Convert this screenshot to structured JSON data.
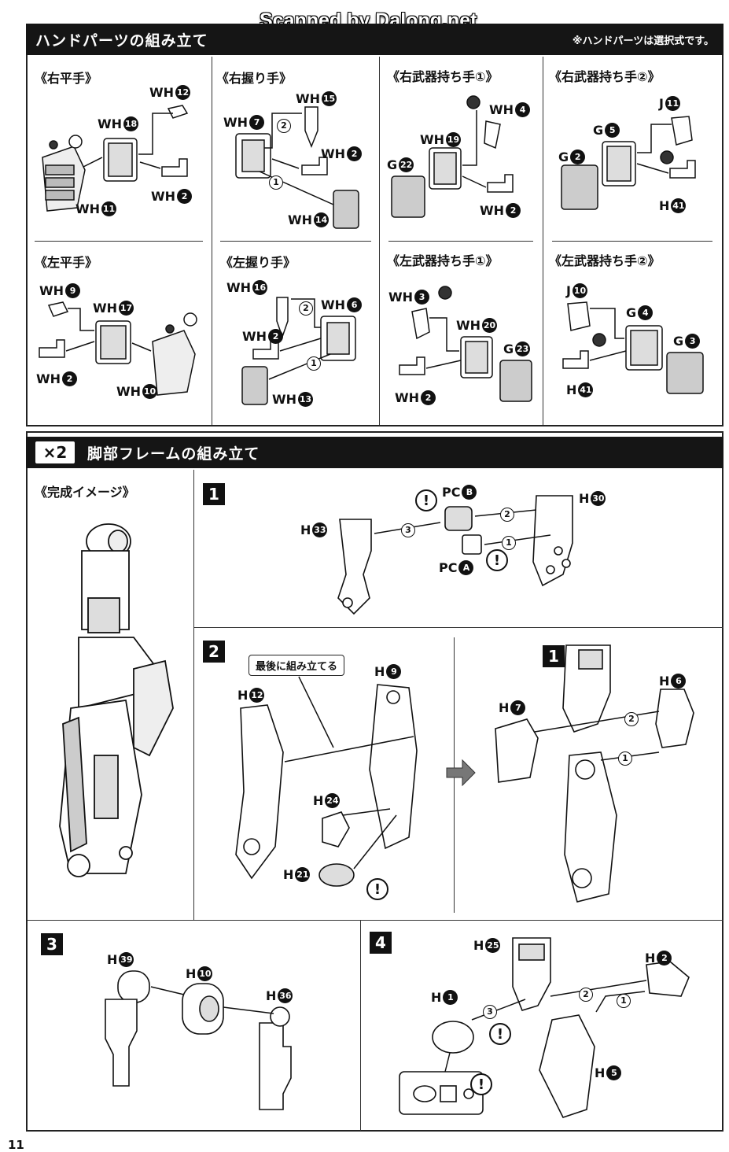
{
  "watermark": "Scanned by Dalong.net",
  "hand_section": {
    "title": "ハンドパーツの組み立て",
    "note": "※ハンドパーツは選択式です。",
    "cells": [
      {
        "title": "《右平手》",
        "labels": [
          {
            "p": "WH",
            "n": "12"
          },
          {
            "p": "WH",
            "n": "18"
          },
          {
            "p": "WH",
            "n": "2"
          },
          {
            "p": "WH",
            "n": "11"
          }
        ]
      },
      {
        "title": "《右握り手》",
        "labels": [
          {
            "p": "WH",
            "n": "15"
          },
          {
            "p": "WH",
            "n": "7"
          },
          {
            "p": "WH",
            "n": "2"
          },
          {
            "p": "WH",
            "n": "14"
          }
        ],
        "steps": [
          "2",
          "1"
        ]
      },
      {
        "title": "《右武器持ち手①》",
        "labels": [
          {
            "p": "WH",
            "n": "4"
          },
          {
            "p": "WH",
            "n": "19"
          },
          {
            "p": "G",
            "n": "22"
          },
          {
            "p": "WH",
            "n": "2"
          }
        ]
      },
      {
        "title": "《右武器持ち手②》",
        "labels": [
          {
            "p": "J",
            "n": "11"
          },
          {
            "p": "G",
            "n": "5"
          },
          {
            "p": "G",
            "n": "2"
          },
          {
            "p": "H",
            "n": "41"
          }
        ]
      },
      {
        "title": "《左平手》",
        "labels": [
          {
            "p": "WH",
            "n": "9"
          },
          {
            "p": "WH",
            "n": "17"
          },
          {
            "p": "WH",
            "n": "2"
          },
          {
            "p": "WH",
            "n": "10"
          }
        ]
      },
      {
        "title": "《左握り手》",
        "labels": [
          {
            "p": "WH",
            "n": "16"
          },
          {
            "p": "WH",
            "n": "6"
          },
          {
            "p": "WH",
            "n": "2"
          },
          {
            "p": "WH",
            "n": "13"
          }
        ],
        "steps": [
          "2",
          "1"
        ]
      },
      {
        "title": "《左武器持ち手①》",
        "labels": [
          {
            "p": "WH",
            "n": "3"
          },
          {
            "p": "WH",
            "n": "20"
          },
          {
            "p": "G",
            "n": "23"
          },
          {
            "p": "WH",
            "n": "2"
          }
        ]
      },
      {
        "title": "《左武器持ち手②》",
        "labels": [
          {
            "p": "J",
            "n": "10"
          },
          {
            "p": "G",
            "n": "4"
          },
          {
            "p": "G",
            "n": "3"
          },
          {
            "p": "H",
            "n": "41"
          }
        ]
      }
    ]
  },
  "leg_section": {
    "multiplier": "×2",
    "title": "脚部フレームの組み立て",
    "completed_title": "《完成イメージ》",
    "step1": {
      "num": "1",
      "labels": [
        {
          "p": "PC",
          "n": "B"
        },
        {
          "p": "H",
          "n": "30"
        },
        {
          "p": "H",
          "n": "33"
        },
        {
          "p": "PC",
          "n": "A"
        }
      ],
      "steps": [
        "3",
        "2",
        "1"
      ]
    },
    "step2": {
      "num": "2",
      "callout": "最後に組み立てる",
      "labels": [
        {
          "p": "H",
          "n": "9"
        },
        {
          "p": "H",
          "n": "12"
        },
        {
          "p": "H",
          "n": "24"
        },
        {
          "p": "H",
          "n": "21"
        }
      ]
    },
    "step2b": {
      "num": "1",
      "labels": [
        {
          "p": "H",
          "n": "6"
        },
        {
          "p": "H",
          "n": "7"
        }
      ],
      "steps": [
        "2",
        "1"
      ]
    },
    "step3": {
      "num": "3",
      "labels": [
        {
          "p": "H",
          "n": "39"
        },
        {
          "p": "H",
          "n": "10"
        },
        {
          "p": "H",
          "n": "36"
        }
      ]
    },
    "step4": {
      "num": "4",
      "labels": [
        {
          "p": "H",
          "n": "25"
        },
        {
          "p": "H",
          "n": "2"
        },
        {
          "p": "H",
          "n": "1"
        },
        {
          "p": "H",
          "n": "5"
        }
      ],
      "steps": [
        "3",
        "2",
        "1"
      ]
    },
    "warning": "!"
  },
  "page_number": "11"
}
